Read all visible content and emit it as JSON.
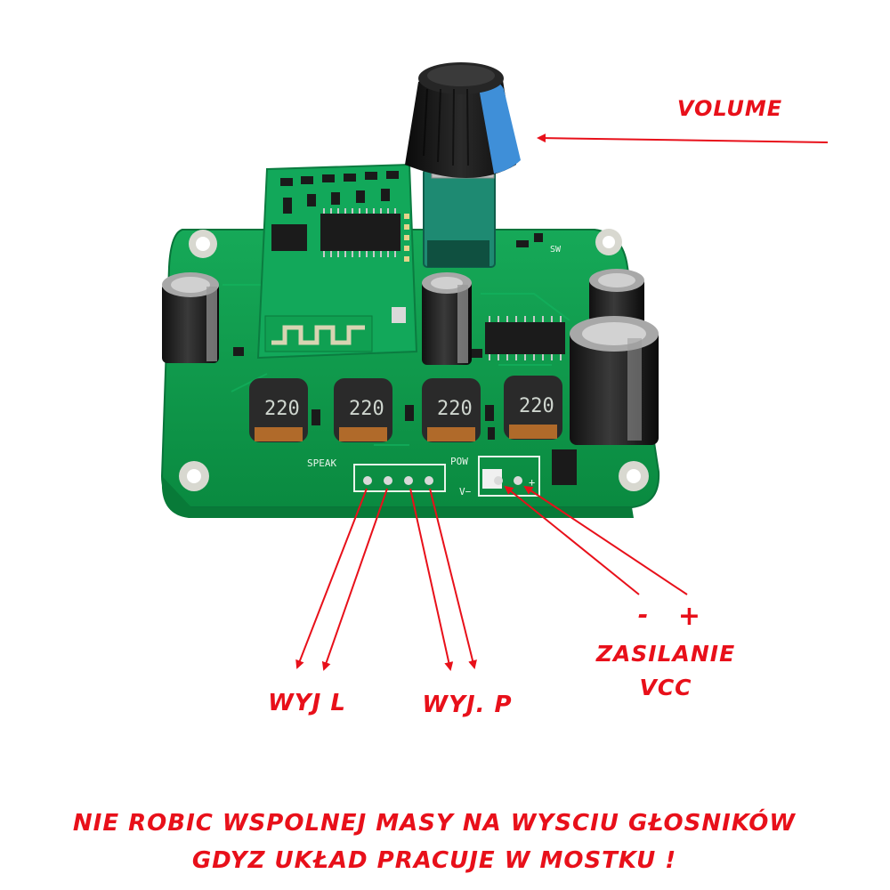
{
  "labels": {
    "volume": "VOLUME",
    "output_left": "WYJ L",
    "output_right": "WYJ. P",
    "power_minus": "-",
    "power_plus": "+",
    "power_label_line1": "ZASILANIE",
    "power_label_line2": "VCC",
    "warning_line1": "NIE ROBIC WSPOLNEJ MASY NA WYSCIU GŁOSNIKÓW",
    "warning_line2": "GDYZ UKŁAD PRACUJE W MOSTKU !"
  },
  "board_silkscreen": {
    "speak": "SPEAK",
    "pow": "POW",
    "v_minus": "V−",
    "v_plus": "+",
    "inductor_value": "220",
    "sw": "SW"
  },
  "colors": {
    "annotation_red": "#e8101a",
    "pcb_green": "#0c9a4a",
    "knob_blue": "#3f8fd8"
  }
}
